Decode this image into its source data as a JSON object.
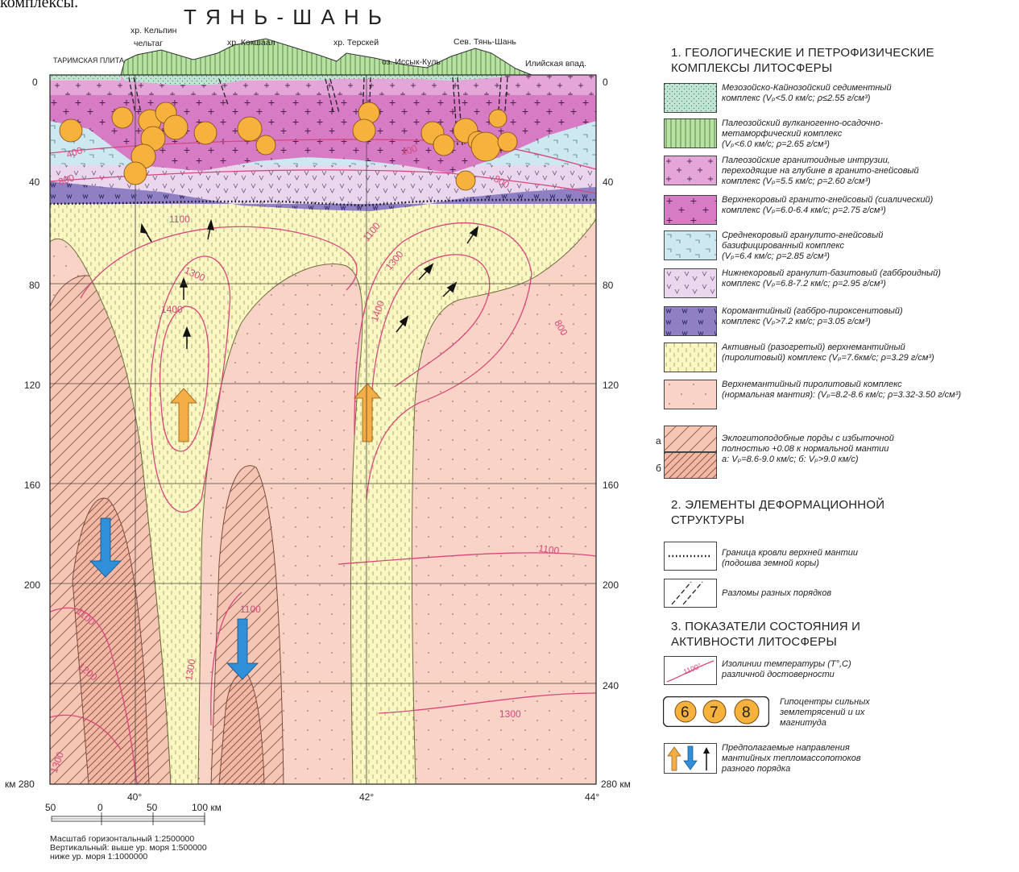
{
  "top_fragment": "комплексы.",
  "title": "Т Я Н Ь - Ш А Н Ь",
  "regions": {
    "tarim": "ТАРИМСКАЯ ПЛИТА",
    "kelpin": "хр. Кельпин",
    "cheltag": "чельтаг",
    "kokshaal": "хр. Кокшаал",
    "terskey": "хр. Терскей",
    "issyk": "оз. Иссык-Куль",
    "north": "Сев. Тянь-Шань",
    "ili": "Илийская впад."
  },
  "depth_ticks": [
    "0",
    "40",
    "80",
    "120",
    "160",
    "200",
    "240"
  ],
  "depth_bottom_left": "км 280",
  "depth_bottom_right": "280 км",
  "longitudes": [
    "40°",
    "42°",
    "44°"
  ],
  "isotherm_labels": [
    "400",
    "800",
    "1100",
    "1300",
    "1400",
    "1100",
    "1300",
    "1400",
    "400",
    "800",
    "800",
    "1100",
    "1100",
    "1100",
    "1200",
    "1300",
    "1300",
    "1300"
  ],
  "scale": {
    "ticks": [
      "50",
      "0",
      "50",
      "100 км"
    ],
    "note": "Масштаб горизонтальный 1:2500000\nВертикальный: выше ур. моря 1:500000\n                   ниже ур. моря 1:1000000"
  },
  "legend": {
    "section1_title": "1. ГЕОЛОГИЧЕСКИЕ И ПЕТРОФИЗИЧЕСКИЕ\nКОМПЛЕКСЫ ЛИТОСФЕРЫ",
    "items": [
      {
        "text": "Мезозойско-Кайнозойский седиментный\nкомплекс (Vₚ<5.0 км/с;  ρ≤2.55 г/см³)",
        "color": "#bfe4d2"
      },
      {
        "text": "Палеозойский вулканогенно-осадочно-\nметаморфический комплекс\n          (Vₚ<6.0 км/с;  ρ=2.65 г/см³)",
        "color": "#b7e2a2"
      },
      {
        "text": "Палеозойские гранитоидные интрузии,\nпереходящие на глубине в гранито-гнейсовый\nкомплекс (Vₚ=5.5 км/с;  ρ=2.60 г/см³)",
        "color": "#e4a5d8"
      },
      {
        "text": "Верхнекоровый гранито-гнейсовый (сиалический)\nкомплекс (Vₚ=6.0-6.4 км/с;  ρ=2.75 г/см³)",
        "color": "#d77cc4"
      },
      {
        "text": "Среднекоровый гранулито-гнейсовый\nбазифицированный комплекс\n          (Vₚ=6.4 км/с;  ρ=2.85 г/см³)",
        "color": "#cde8f1"
      },
      {
        "text": "Нижнекоровый гранулит-базитовый (габброидный)\nкомплекс (Vₚ=6.8-7.2 км/с;  ρ=2.95 г/см³)",
        "color": "#ead7ee"
      },
      {
        "text": "Коромантийный (габбро-пироксенитовый)\nкомплекс (Vₚ>7.2 км/с;  ρ=3.05 г/см³)",
        "color": "#8e80c2"
      },
      {
        "text": "Активный (разогретый) верхнемантийный\n(пиролитовый) комплекс (Vₚ=7.6км/с;  ρ=3.29 г/см³)",
        "color": "#fbf7c2"
      },
      {
        "text": "Верхнемантийный пиролитовый комплекс\n(нормальная мантия): (Vₚ=8.2-8.6 км/с;  ρ=3.32-3.50 г/см³)",
        "color": "#fad3c7"
      }
    ],
    "eclogite_a": "а",
    "eclogite_b": "б",
    "eclogite_text": "Эклогитоподобные порды с избыточной\nполностью +0.08 к нормальной мантии\nа: Vₚ=8.6-9.0 км/с; б: Vₚ>9.0 км/с)",
    "section2_title": "2. ЭЛЕМЕНТЫ ДЕФОРМАЦИОННОЙ\nСТРУКТУРЫ",
    "moho_text": "Граница кровли верхней мантии\n(подошва земной коры)",
    "faults_text": "Разломы разных порядков",
    "section3_title": "3. ПОКАЗАТЕЛИ СОСТОЯНИЯ И\nАКТИВНОСТИ ЛИТОСФЕРЫ",
    "isotherm_sample": "1100°",
    "isotherm_text": "Изолинии температуры (T°,C)\nразличной достоверности",
    "quake_magnitudes": [
      "6",
      "7",
      "8"
    ],
    "quake_text": "Гипоцентры сильных\nземлетрясений и их\nмагнитуда",
    "flow_text": "Предполагаемые направления\nмантийных тепломассопотоков\nразного порядка",
    "colors": {
      "isotherm": "#d6487c",
      "quake": "#f7b23e",
      "orange_arrow": "#f5ad46",
      "blue_arrow": "#2f8fd8"
    }
  }
}
